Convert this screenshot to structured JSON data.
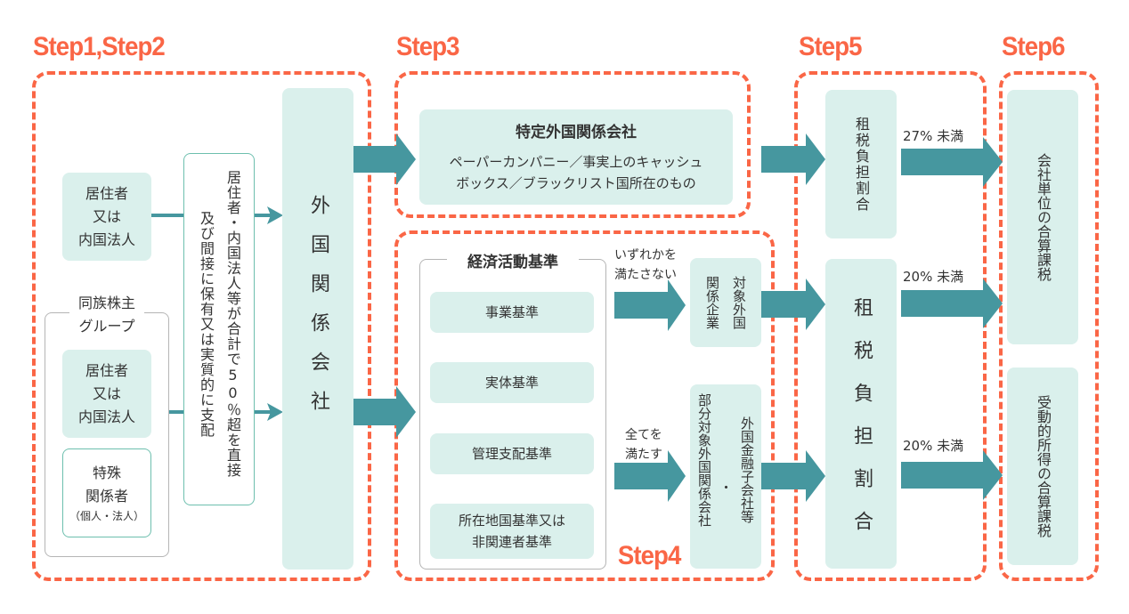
{
  "colors": {
    "accent_orange": "#fa6646",
    "arrow_teal": "#46979f",
    "box_mint": "#daf0ec",
    "outline_teal": "#6dbfae",
    "outline_gray": "#b5b5b5",
    "text": "#333333"
  },
  "steps": {
    "step12": "Step1,Step2",
    "step3": "Step3",
    "step4": "Step4",
    "step5": "Step5",
    "step6": "Step6"
  },
  "step12": {
    "resident_box": "居住者\n又は\n内国法人",
    "family_group_title": "同族株主\nグループ",
    "family_resident_box": "居住者\n又は\n内国法人",
    "special_related": {
      "line1": "特殊",
      "line2": "関係者",
      "note": "（個人・法人）"
    },
    "condition_col1": "居住者・内国法人等が合計で50％超を直接",
    "condition_col2": "及び間接に保有又は実質的に支配",
    "foreign_related_company": "外国関係会社"
  },
  "step3": {
    "title": "特定外国関係会社",
    "desc_line1": "ペーパーカンパニー／事実上のキャッシュ",
    "desc_line2": "ボックス／ブラックリスト国所在のもの"
  },
  "step4": {
    "criteria_title": "経済活動基準",
    "criteria": [
      "事業基準",
      "実体基準",
      "管理支配基準",
      "所在地国基準又は\n非関連者基準"
    ],
    "not_met_label": "いずれかを\n満たさない",
    "all_met_label": "全てを\n満たす",
    "target_col1": "対象外国",
    "target_col2": "関係企業",
    "partial_col1": "外国金融子会社等",
    "partial_col2": "・",
    "partial_col3": "部分対象外国関係会社"
  },
  "step5": {
    "tax_ratio_small": "租税負担割合",
    "tax_ratio_large": "租税負担割合",
    "threshold_27": "27% 未満",
    "threshold_20a": "20% 未満",
    "threshold_20b": "20% 未満"
  },
  "step6": {
    "company_unit": "会社単位の合算課税",
    "passive_income": "受動的所得の合算課税"
  }
}
